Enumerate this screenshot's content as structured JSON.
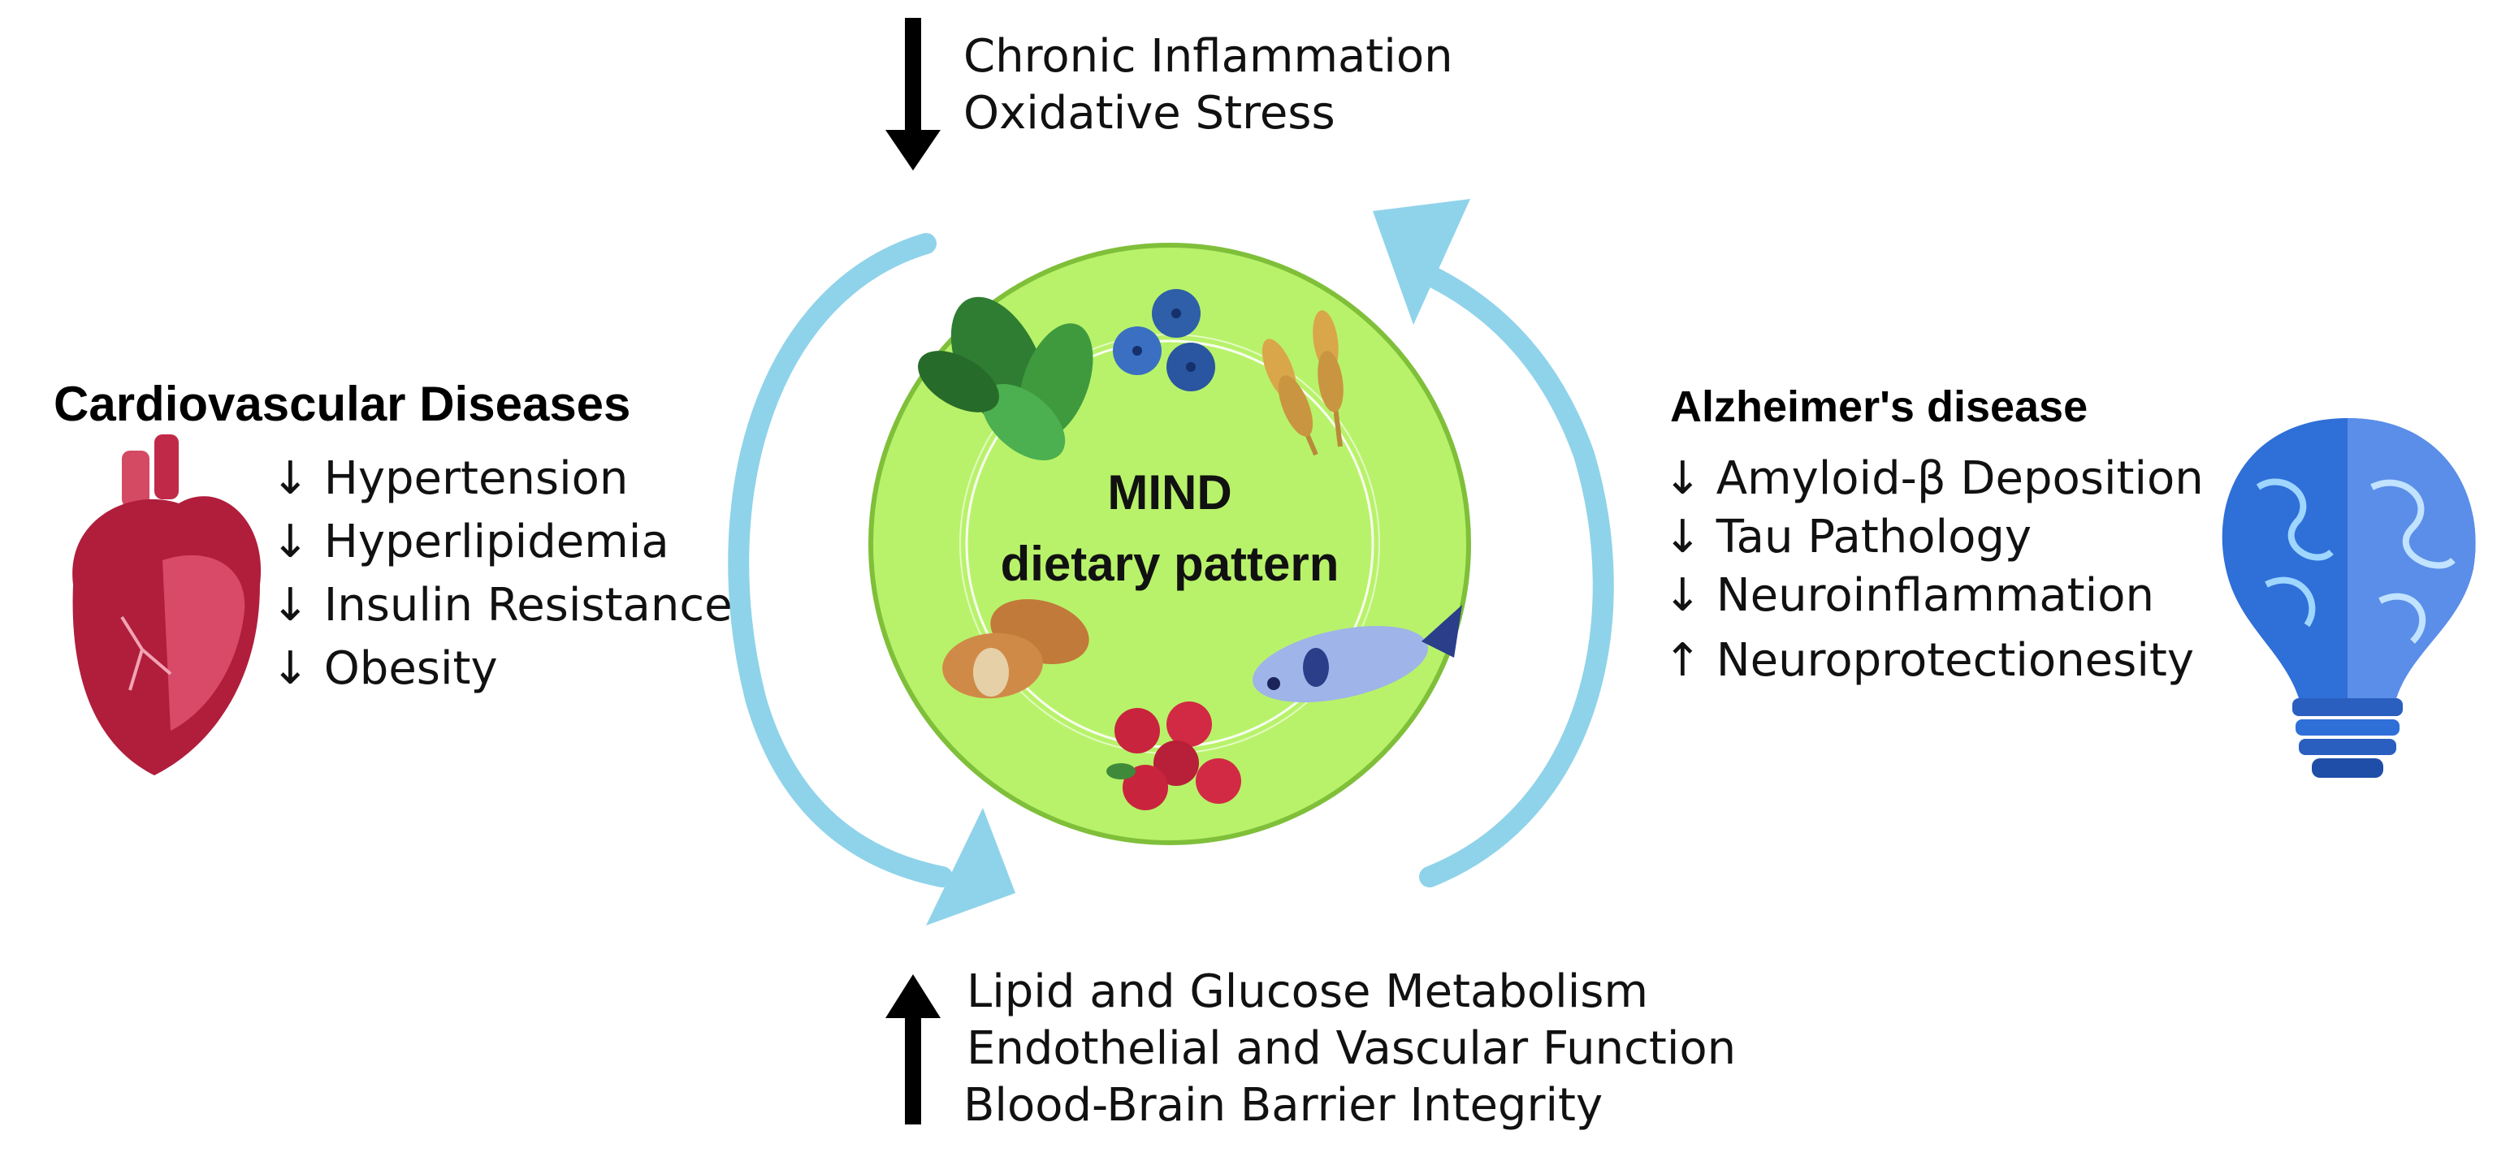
{
  "top_effects": {
    "items": [
      "Chronic Inflammation",
      "Oxidative Stress"
    ],
    "direction": "down"
  },
  "bottom_effects": {
    "items": [
      "Lipid and Glucose Metabolism",
      "Endothelial and Vascular Function",
      "Blood-Brain Barrier Integrity"
    ],
    "direction": "up"
  },
  "center": {
    "line1": "MIND",
    "line2": "dietary pattern"
  },
  "cardiovascular": {
    "title": "Cardiovascular Diseases",
    "items": [
      "↓ Hypertension",
      "↓ Hyperlipidemia",
      "↓ Insulin Resistance",
      "↓ Obesity"
    ]
  },
  "alzheimers": {
    "title": "Alzheimer's disease",
    "items": [
      "↓ Amyloid-β Deposition",
      "↓ Tau Pathology",
      "↓ Neuroinflammation",
      "↑ Neuroprotectionesity"
    ]
  },
  "icons": [
    "heart-icon",
    "brain-lightbulb-icon",
    "leafy-greens-icon",
    "blueberries-icon",
    "wheat-icon",
    "almonds-icon",
    "fish-icon",
    "raspberries-icon"
  ],
  "colors": {
    "plate": "#b8f26a",
    "cycle_arrow": "#8fd3ea",
    "heart": "#b01e3c",
    "brain": "#2f6fd8",
    "text": "#111111"
  }
}
